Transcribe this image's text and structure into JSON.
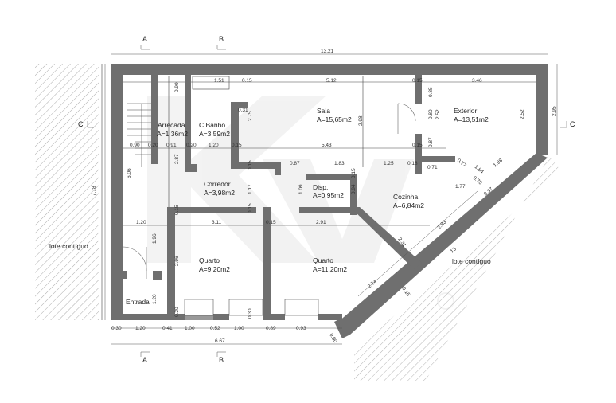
{
  "rooms": {
    "arrecadacao": {
      "name": "Arrecada.",
      "area": "A=1,36m2"
    },
    "cbanho": {
      "name": "C.Banho",
      "area": "A=3,59m2"
    },
    "sala": {
      "name": "Sala",
      "area": "A=15,65m2"
    },
    "exterior": {
      "name": "Exterior",
      "area": "A=13,51m2"
    },
    "corredor": {
      "name": "Corredor",
      "area": "A=3,98m2"
    },
    "disp": {
      "name": "Disp.",
      "area": "A=0,95m2"
    },
    "cozinha": {
      "name": "Cozinha",
      "area": "A=6,84m2"
    },
    "quarto1": {
      "name": "Quarto",
      "area": "A=9,20m2"
    },
    "quarto2": {
      "name": "Quarto",
      "area": "A=11,20m2"
    },
    "entrada": {
      "name": "Entrada"
    }
  },
  "neighbors": {
    "left": "lote contíguo",
    "right": "lote contíguo"
  },
  "sections": {
    "a_top": "A",
    "b_top": "B",
    "a_bottom": "A",
    "b_bottom": "B",
    "c_left": "C",
    "c_right": "C"
  },
  "dimensions": {
    "total_width": "13.21",
    "bottom_total": "6.67",
    "left_height": "7.78",
    "right_height": "2.95",
    "d_151": "1.51",
    "d_015a": "0.15",
    "d_512": "5.12",
    "d_015b": "0.15",
    "d_346": "3.46",
    "d_090a": "0.90",
    "d_031": "0.31",
    "d_275": "2.75",
    "d_298": "2.98",
    "d_085": "0.85",
    "d_080": "0.80",
    "d_087a": "0.87",
    "d_252a": "2.52",
    "d_252b": "2.52",
    "d_090b": "0.90",
    "d_020a": "0.20",
    "d_091": "0.91",
    "d_020b": "0.20",
    "d_120a": "1.20",
    "d_015c": "0.15",
    "d_543": "5.43",
    "d_015d": "0.15",
    "d_287": "2.87",
    "d_015e": "0.15",
    "d_087b": "0.87",
    "d_183": "1.83",
    "d_125": "1.25",
    "d_018": "0.18",
    "d_071": "0.71",
    "d_077": "0.77",
    "d_184": "1.84",
    "d_070": "0.70",
    "d_198": "1.98",
    "d_177": "1.77",
    "d_037": "0.37",
    "d_606": "6.06",
    "d_117": "1.17",
    "d_109": "1.09",
    "d_094": "0.94",
    "d_015f": "0.15",
    "d_120b": "1.20",
    "d_015g": "0.15",
    "d_311": "3.11",
    "d_015h": "0.15",
    "d_291": "2.91",
    "d_015i": "0.15",
    "d_231": "2.31",
    "d_283": "2.83",
    "d_196": "1.96",
    "d_296": "2.96",
    "d_274": "2.74",
    "d_015j": "0.15",
    "d_120c": "1.20",
    "d_020c": "0.20",
    "d_030a": "0.30",
    "d_030b": "0.30",
    "d_020d": "0.20",
    "b_030": "0.30",
    "b_120": "1.20",
    "b_041": "0.41",
    "b_100a": "1.00",
    "b_052": "0.52",
    "b_100b": "1.00",
    "b_089": "0.89",
    "b_093": "0.93",
    "b_090": "0.90",
    "d_13x": "13"
  }
}
